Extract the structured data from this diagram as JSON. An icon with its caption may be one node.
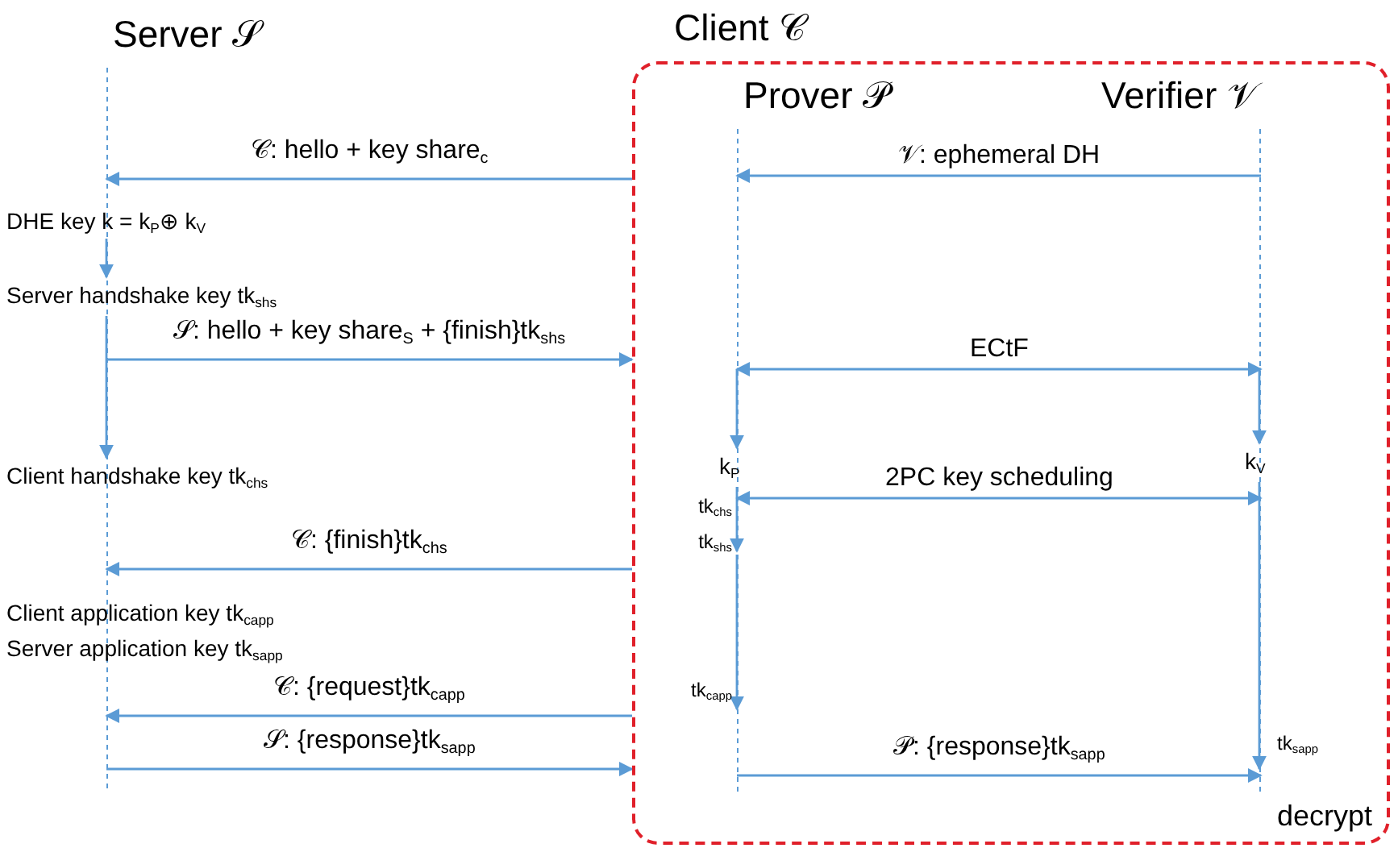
{
  "diagram": {
    "nodes": [
      {
        "text": [
          "Server 𝒮"
        ]
      },
      {
        "text": [
          "Client 𝒞"
        ]
      },
      {
        "text": [
          "Prover 𝒫"
        ],
        "in": 1
      },
      {
        "text": [
          "Verifier 𝒱"
        ],
        "in": 1
      },
      {
        "text": [
          "DHE key k = k$_{P}$⊕ k$_{V}$"
        ]
      },
      {
        "text": [
          "Server handshake key tk$_{shs}$"
        ]
      },
      {
        "text": [
          "Client handshake key tk$_{chs}$"
        ]
      },
      {
        "text": [
          "k$_{P}$"
        ],
        "in": 1
      },
      {
        "text": [
          "tk$_{chs}$",
          "tk$_{shs}$"
        ],
        "in": 1
      },
      {
        "text": [
          "tk$_{capp}$"
        ],
        "in": 1
      },
      {
        "text": [
          "k$_{V}$"
        ],
        "in": 1
      },
      {
        "text": [
          "tk$_{sapp}$"
        ],
        "in": 1
      }
    ],
    "edges": [
      {
        "from": 1,
        "to": 0,
        "arrow": "to",
        "label": "𝒞: hello + key share$_{c}$"
      },
      {
        "from": 3,
        "to": 2,
        "arrow": "to",
        "label": "𝒱: ephemeral DH"
      },
      {
        "from": 4,
        "to": 5,
        "arrow": "to"
      },
      {
        "from": 0,
        "to": 1,
        "arrow": "to",
        "label": "𝒮: hello + key share$_{S}$ + {finish}tk$_{shs}$"
      },
      {
        "from": 2,
        "to": 3,
        "arrow": "both",
        "label": "ECtF"
      },
      {
        "from": 5,
        "to": 6,
        "arrow": "to"
      },
      {
        "from": 2,
        "to": 7,
        "arrow": "to"
      },
      {
        "from": 3,
        "to": 10,
        "arrow": "to"
      },
      {
        "from": 2,
        "to": 3,
        "arrow": "both",
        "label": "2PC key scheduling"
      },
      {
        "from": 7,
        "to": 8,
        "arrow": "to"
      },
      {
        "from": 1,
        "to": 0,
        "arrow": "to",
        "label": "𝒞: {finish}tk$_{chs}$"
      },
      {
        "from": 8,
        "to": 9,
        "arrow": "to"
      },
      {
        "from": 1,
        "to": 0,
        "arrow": "to",
        "label": "𝒞: {request}tk$_{capp}$"
      },
      {
        "from": 0,
        "to": 1,
        "arrow": "to",
        "label": "𝒮: {response}tk$_{sapp}$"
      },
      {
        "from": 2,
        "to": 3,
        "arrow": "to",
        "label": "𝒫: {response}tk$_{sapp}$"
      },
      {
        "from": 10,
        "to": 11,
        "arrow": "to"
      }
    ],
    "labels": [
      "Client application key tk$_{capp}$",
      "Server application key tk$_{sapp}$",
      "decrypt"
    ]
  }
}
